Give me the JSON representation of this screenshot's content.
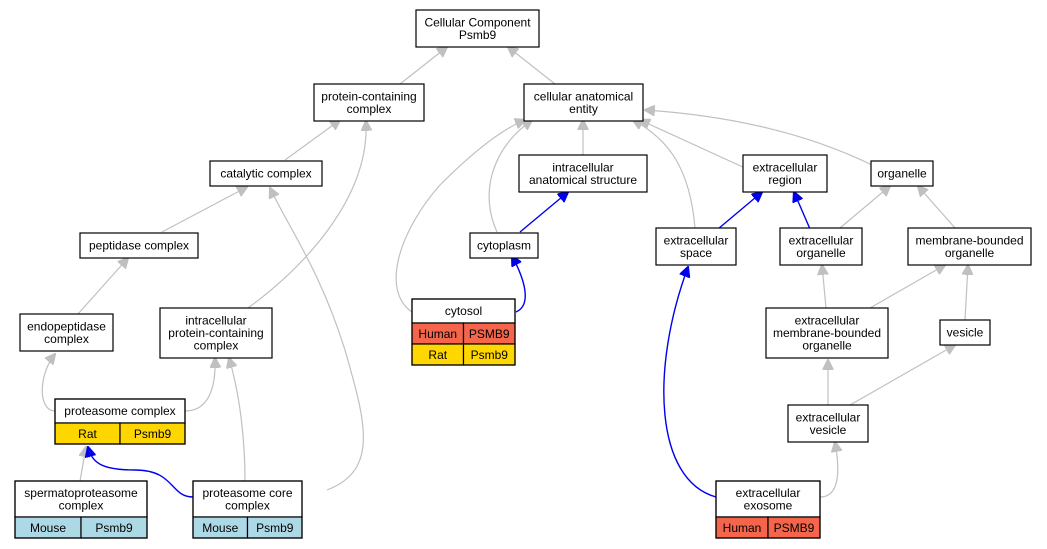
{
  "colors": {
    "human": "#f4654b",
    "rat": "#ffd700",
    "mouse": "#add8e6",
    "edge_gray": "#c0c0c0",
    "edge_blue": "#0000ee"
  },
  "nodes": {
    "cc": [
      "Cellular Component",
      "Psmb9"
    ],
    "pcc": [
      "protein-containing",
      "complex"
    ],
    "cae": [
      "cellular anatomical",
      "entity"
    ],
    "cat": [
      "catalytic complex"
    ],
    "ias": [
      "intracellular",
      "anatomical structure"
    ],
    "ecr": [
      "extracellular",
      "region"
    ],
    "org": [
      "organelle"
    ],
    "pep": [
      "peptidase complex"
    ],
    "cyt": [
      "cytoplasm"
    ],
    "ecs": [
      "extracellular",
      "space"
    ],
    "eco": [
      "extracellular",
      "organelle"
    ],
    "mbo": [
      "membrane-bounded",
      "organelle"
    ],
    "endo": [
      "endopeptidase",
      "complex"
    ],
    "ipc": [
      "intracellular",
      "protein-containing",
      "complex"
    ],
    "cyto": [
      "cytosol"
    ],
    "emb": [
      "extracellular",
      "membrane-bounded",
      "organelle"
    ],
    "ves": [
      "vesicle"
    ],
    "prot": [
      "proteasome complex"
    ],
    "ev": [
      "extracellular",
      "vesicle"
    ],
    "spc": [
      "spermatoproteasome",
      "complex"
    ],
    "pcore": [
      "proteasome core",
      "complex"
    ],
    "exo": [
      "extracellular",
      "exosome"
    ]
  },
  "annotations": {
    "cyto": [
      [
        "Human",
        "PSMB9",
        "human"
      ],
      [
        "Rat",
        "Psmb9",
        "rat"
      ]
    ],
    "prot": [
      [
        "Rat",
        "Psmb9",
        "rat"
      ]
    ],
    "spc": [
      [
        "Mouse",
        "Psmb9",
        "mouse"
      ]
    ],
    "pcore": [
      [
        "Mouse",
        "Psmb9",
        "mouse"
      ]
    ],
    "exo": [
      [
        "Human",
        "PSMB9",
        "human"
      ]
    ]
  }
}
